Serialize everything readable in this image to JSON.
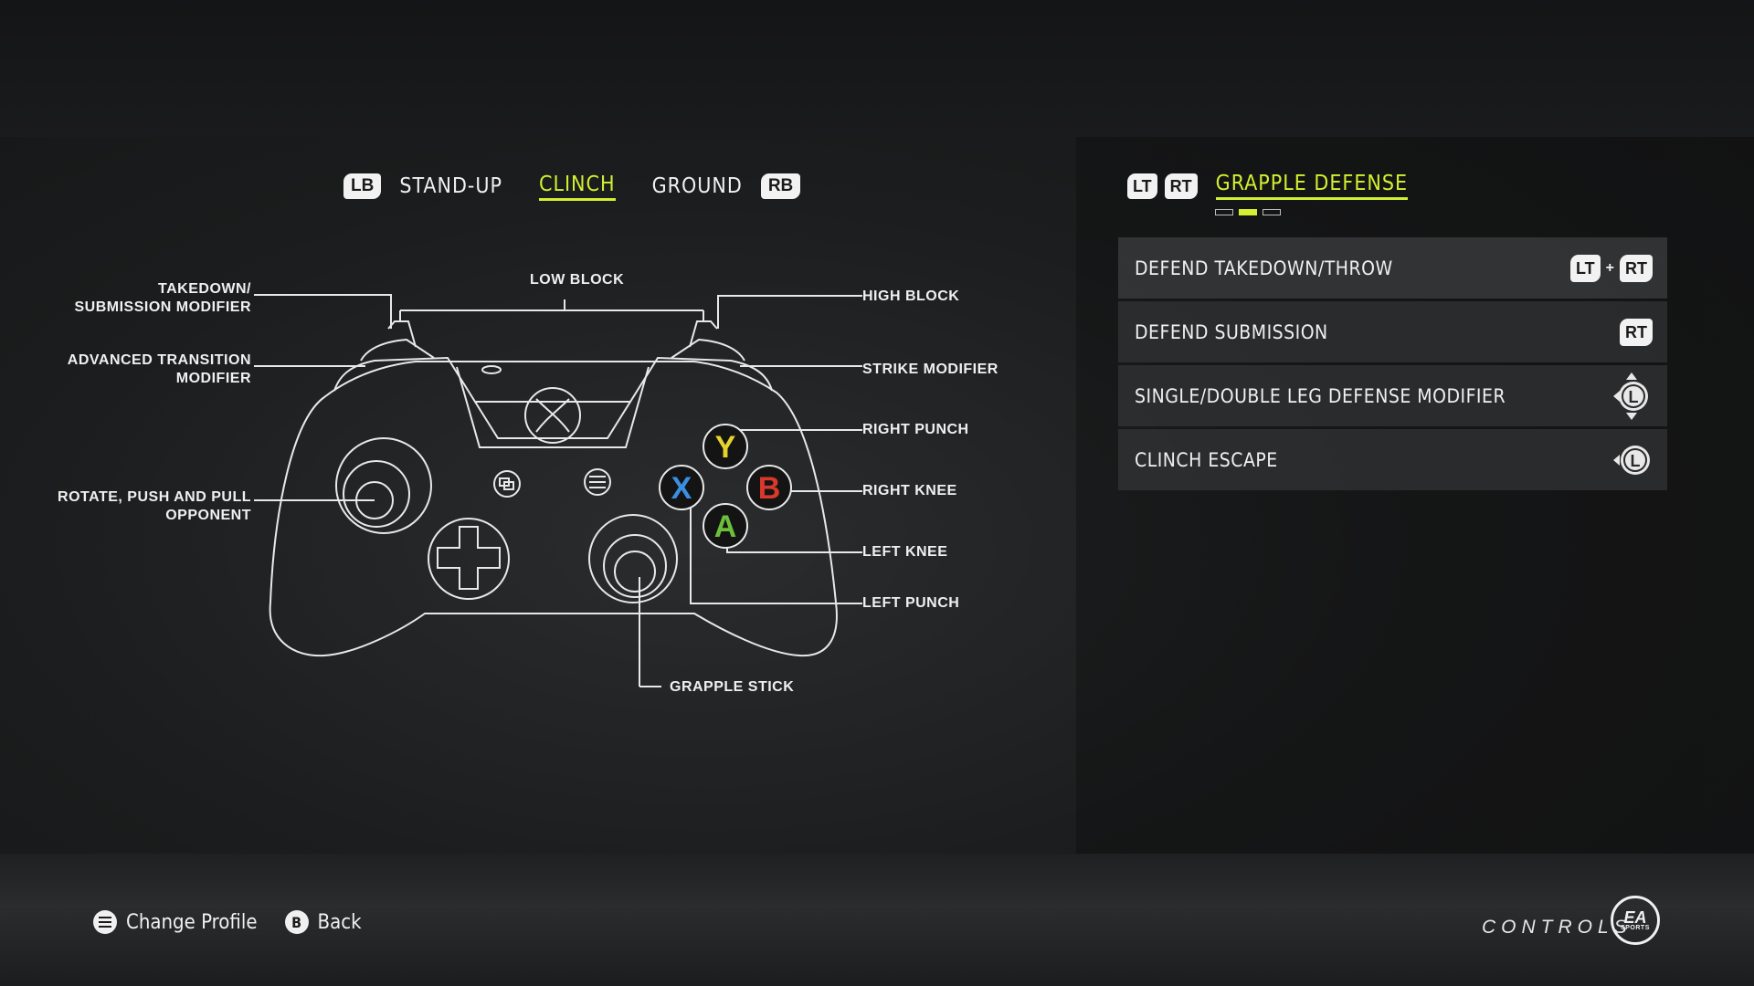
{
  "tabs": {
    "left_bumper": "LB",
    "right_bumper": "RB",
    "items": [
      "STAND-UP",
      "CLINCH",
      "GROUND"
    ],
    "active": "CLINCH"
  },
  "diagram_labels": {
    "takedown": "TAKEDOWN/\nSUBMISSION MODIFIER",
    "advanced_transition": "ADVANCED TRANSITION\nMODIFIER",
    "rotate": "ROTATE, PUSH AND PULL\nOPPONENT",
    "low_block": "LOW BLOCK",
    "high_block": "HIGH BLOCK",
    "strike_modifier": "STRIKE MODIFIER",
    "right_punch": "RIGHT PUNCH",
    "right_knee": "RIGHT KNEE",
    "left_knee": "LEFT KNEE",
    "left_punch": "LEFT PUNCH",
    "grapple_stick": "GRAPPLE STICK"
  },
  "face_buttons": {
    "y": "Y",
    "x": "X",
    "b": "B",
    "a": "A"
  },
  "category": {
    "trigger_left": "LT",
    "trigger_right": "RT",
    "title": "GRAPPLE DEFENSE",
    "page_count": 3,
    "active_page": 2
  },
  "rows": [
    {
      "name": "DEFEND TAKEDOWN/THROW",
      "keys": [
        "LT",
        "+",
        "RT"
      ]
    },
    {
      "name": "DEFEND SUBMISSION",
      "keys": [
        "RT"
      ]
    },
    {
      "name": "SINGLE/DOUBLE LEG DEFENSE MODIFIER",
      "keys": [
        "L"
      ]
    },
    {
      "name": "CLINCH ESCAPE",
      "keys": [
        "L"
      ]
    }
  ],
  "footer": {
    "change_profile": "Change Profile",
    "back": "Back",
    "back_key": "B",
    "controls": "CONTROLS",
    "ea_logo": "EA",
    "ea_sports": "SPORTS"
  },
  "colors": {
    "accent": "#d4f030",
    "y_button": "#e6d22e",
    "x_button": "#3a8fe0",
    "b_button": "#d8392b",
    "a_button": "#6cbf3a"
  }
}
